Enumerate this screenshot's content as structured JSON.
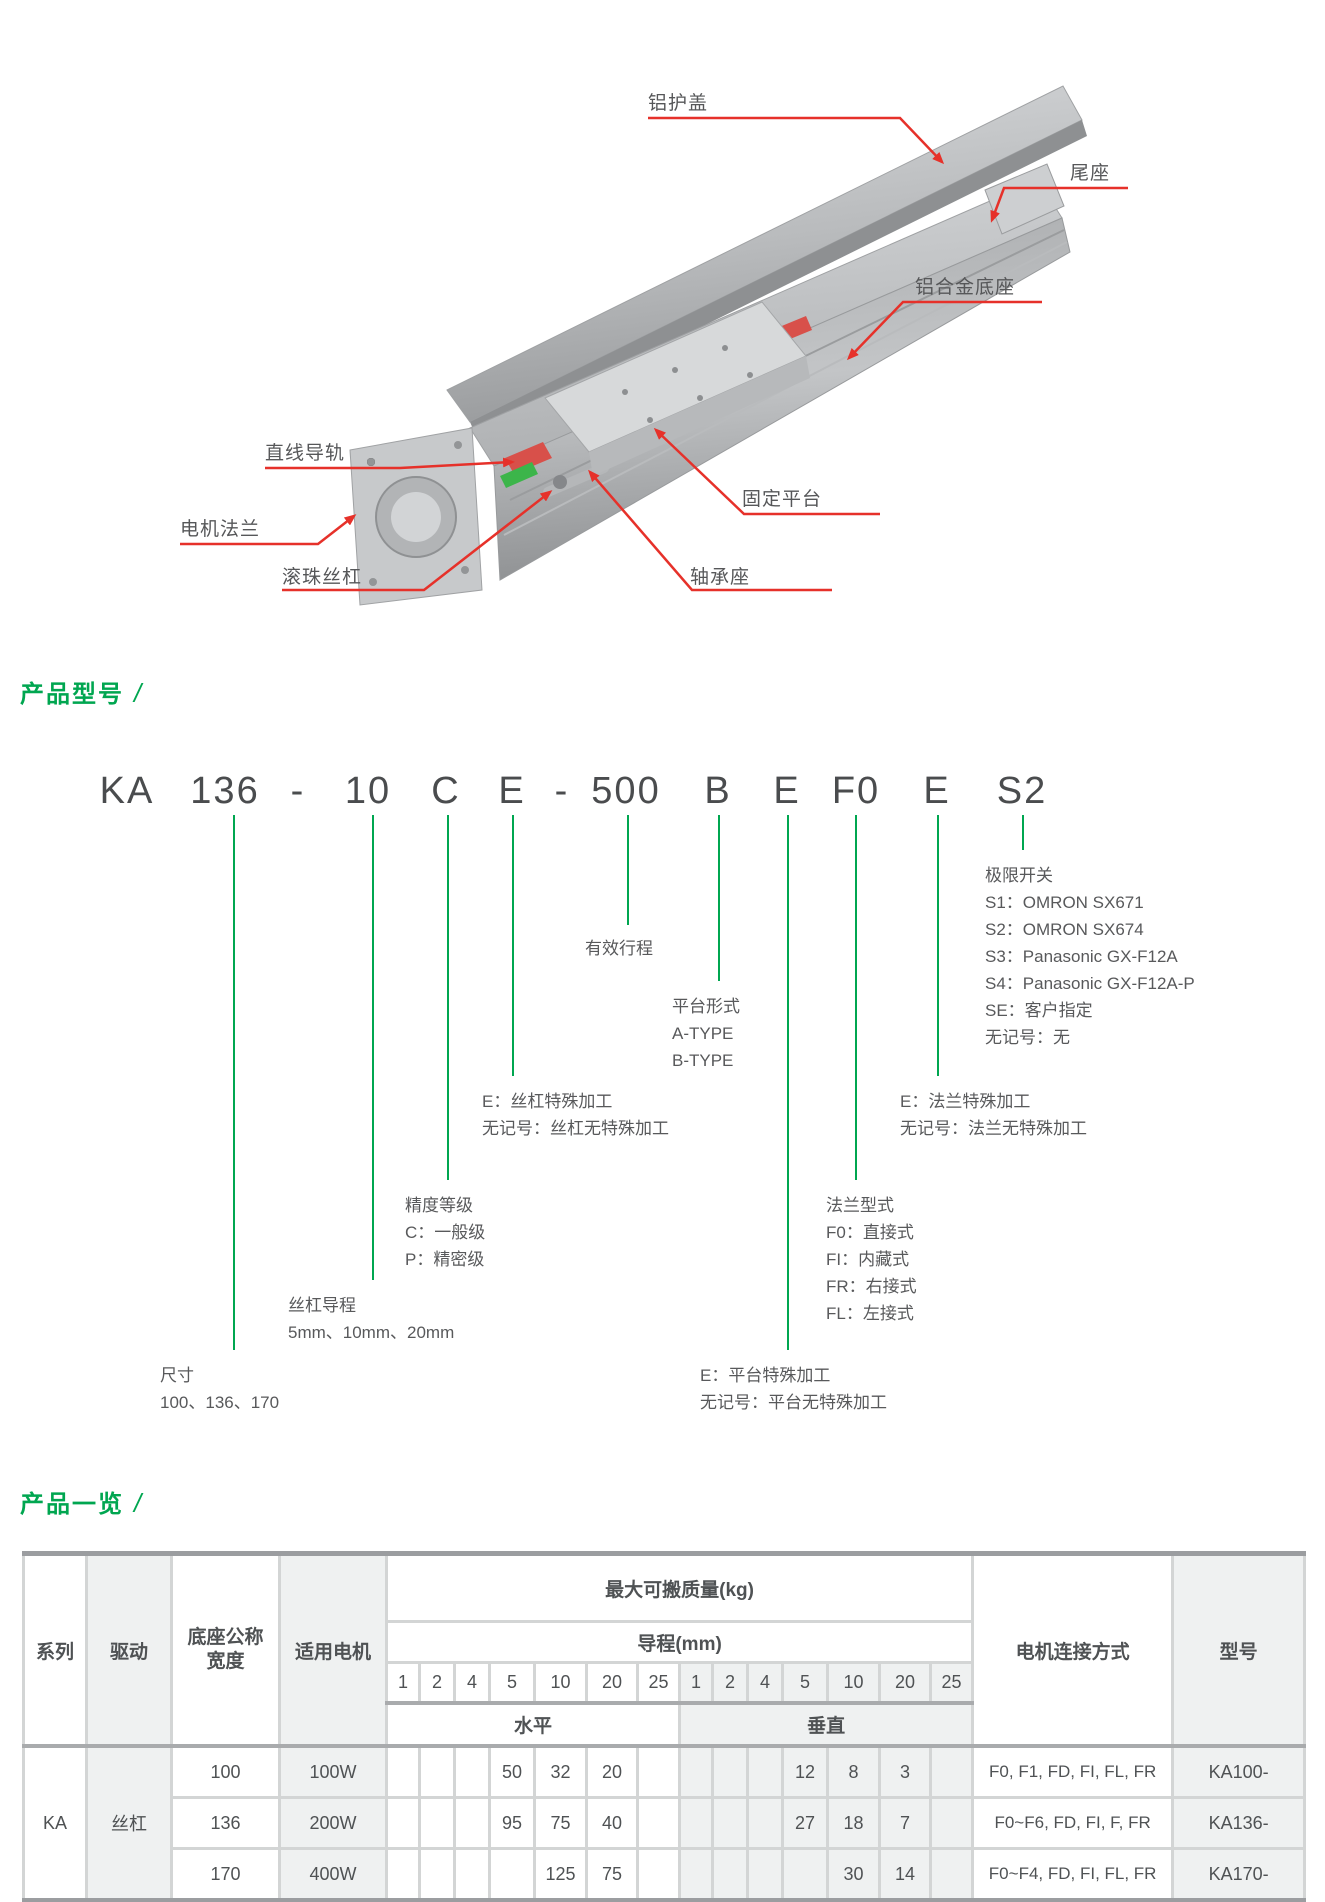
{
  "figure": {
    "labels": {
      "cover": "铝护盖",
      "tail": "尾座",
      "base": "铝合金底座",
      "rail": "直线导轨",
      "flange": "电机法兰",
      "screw": "滚珠丝杠",
      "platform": "固定平台",
      "bearing": "轴承座"
    }
  },
  "headings": {
    "model_section": "产品型号",
    "overview_section": "产品一览",
    "slash": "/"
  },
  "model_code": {
    "segments": [
      "KA",
      "136",
      "-",
      "10",
      "C",
      "E",
      "-",
      "500",
      "B",
      "E",
      "F0",
      "E",
      "S2"
    ]
  },
  "breakdown": [
    {
      "lines": [
        "尺寸",
        "100、136、170"
      ]
    },
    {
      "lines": [
        "丝杠导程",
        "5mm、10mm、20mm"
      ]
    },
    {
      "lines": [
        "精度等级",
        "C：一般级",
        "P：精密级"
      ]
    },
    {
      "lines": [
        "E：丝杠特殊加工",
        "无记号：丝杠无特殊加工"
      ]
    },
    {
      "lines": [
        "有效行程"
      ]
    },
    {
      "lines": [
        "平台形式",
        "A-TYPE",
        "B-TYPE"
      ]
    },
    {
      "lines": [
        "E：平台特殊加工",
        "无记号：平台无特殊加工"
      ]
    },
    {
      "lines": [
        "法兰型式",
        "F0：直接式",
        "FI：内藏式",
        "FR：右接式",
        "FL：左接式"
      ]
    },
    {
      "lines": [
        "E：法兰特殊加工",
        "无记号：法兰无特殊加工"
      ]
    },
    {
      "lines": [
        "极限开关",
        "S1：OMRON SX671",
        "S2：OMRON SX674",
        "S3：Panasonic GX-F12A",
        "S4：Panasonic GX-F12A-P",
        "SE：客户指定",
        "无记号：无"
      ]
    }
  ],
  "table": {
    "headers": {
      "series": "系列",
      "drive": "驱动",
      "base_width": "底座公称宽度",
      "motor": "适用电机",
      "max_payload": "最大可搬质量(kg)",
      "lead": "导程(mm)",
      "lead_values": [
        "1",
        "2",
        "4",
        "5",
        "10",
        "20",
        "25"
      ],
      "horizontal": "水平",
      "vertical": "垂直",
      "motor_connection": "电机连接方式",
      "model": "型号"
    },
    "series_value": "KA",
    "drive_value": "丝杠",
    "rows": [
      {
        "base_width": "100",
        "motor": "100W",
        "horizontal": [
          "",
          "",
          "",
          "50",
          "32",
          "20",
          ""
        ],
        "vertical": [
          "",
          "",
          "",
          "12",
          "8",
          "3",
          ""
        ],
        "motor_connection": "F0, F1, FD, FI, FL, FR",
        "model": "KA100-"
      },
      {
        "base_width": "136",
        "motor": "200W",
        "horizontal": [
          "",
          "",
          "",
          "95",
          "75",
          "40",
          ""
        ],
        "vertical": [
          "",
          "",
          "",
          "27",
          "18",
          "7",
          ""
        ],
        "motor_connection": "F0~F6, FD, FI, F, FR",
        "model": "KA136-"
      },
      {
        "base_width": "170",
        "motor": "400W",
        "horizontal": [
          "",
          "",
          "",
          "",
          "125",
          "75",
          ""
        ],
        "vertical": [
          "",
          "",
          "",
          "",
          "30",
          "14",
          ""
        ],
        "motor_connection": "F0~F4, FD, FI, FL, FR",
        "model": "KA170-"
      }
    ]
  },
  "colors": {
    "heading_green": "#00A650",
    "code_line_green": "#00A650",
    "leader_red": "#E6312A",
    "label_gray": "#58595B",
    "table_alt_bg": "#EFF1F1",
    "table_border": "#D3D5D5",
    "table_frame": "#9B9DA0"
  }
}
